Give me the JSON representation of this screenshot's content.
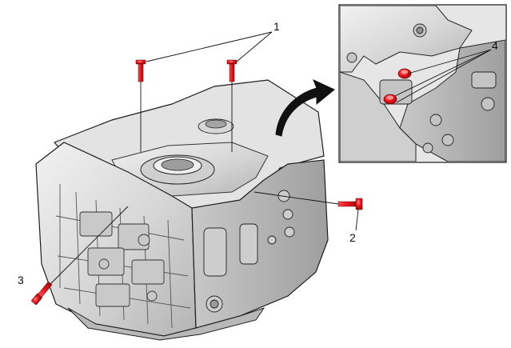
{
  "callouts": {
    "c1": "1",
    "c2": "2",
    "c3": "3",
    "c4": "4"
  },
  "colors": {
    "bolt_fill": "#e8141c",
    "bolt_dark": "#a80d12",
    "casting": "#d9d9d9",
    "casting_shadow": "#9a9a9a",
    "outline": "#1e1e1e",
    "arrow": "#111111"
  },
  "icons": {
    "bolt": "bolt-icon",
    "arrow": "curved-arrow-icon"
  }
}
